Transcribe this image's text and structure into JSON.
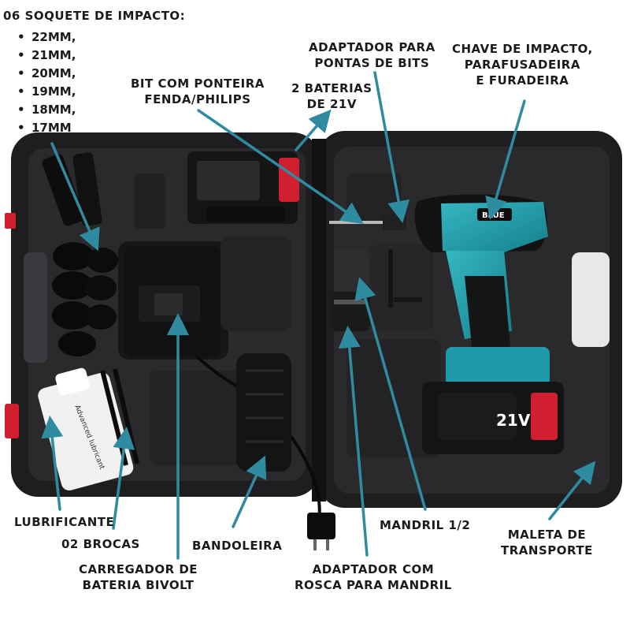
{
  "socket_title": "06 Soquete de Impacto:",
  "sockets": [
    "22MM,",
    "21MM,",
    "20MM,",
    "19MM,",
    "18MM,",
    "17MM"
  ],
  "labels": {
    "bit_adapter": [
      "Adaptador para",
      "Pontas de Bits"
    ],
    "impact_wrench": [
      "Chave de Impacto,",
      "Parafusadeira",
      "e Furadeira"
    ],
    "bit_tip": [
      "Bit com Ponteira",
      "Fenda/Philips"
    ],
    "batteries": [
      "2 Baterias",
      "de 21V"
    ],
    "lubricant": [
      "Lubrificante"
    ],
    "drill_bits": [
      "02 Brocas"
    ],
    "strap": [
      "Bandoleira"
    ],
    "chuck": [
      "Mandril 1/2"
    ],
    "case": [
      "Maleta de",
      "Transporte"
    ],
    "charger": [
      "Carregador de",
      "Bateria Bivolt"
    ],
    "chuck_adapter": [
      "Adaptador com",
      "Rosca para Mandril"
    ]
  },
  "product": {
    "brand_badge": "BLUE",
    "battery_voltage": "21V",
    "lubricant_text": "Advanced lubricant"
  },
  "colors": {
    "arrow": "#2f8ba0",
    "tool_teal": "#1f9aa8",
    "case_black": "#1e1e20",
    "battery_red": "#d21f30"
  }
}
